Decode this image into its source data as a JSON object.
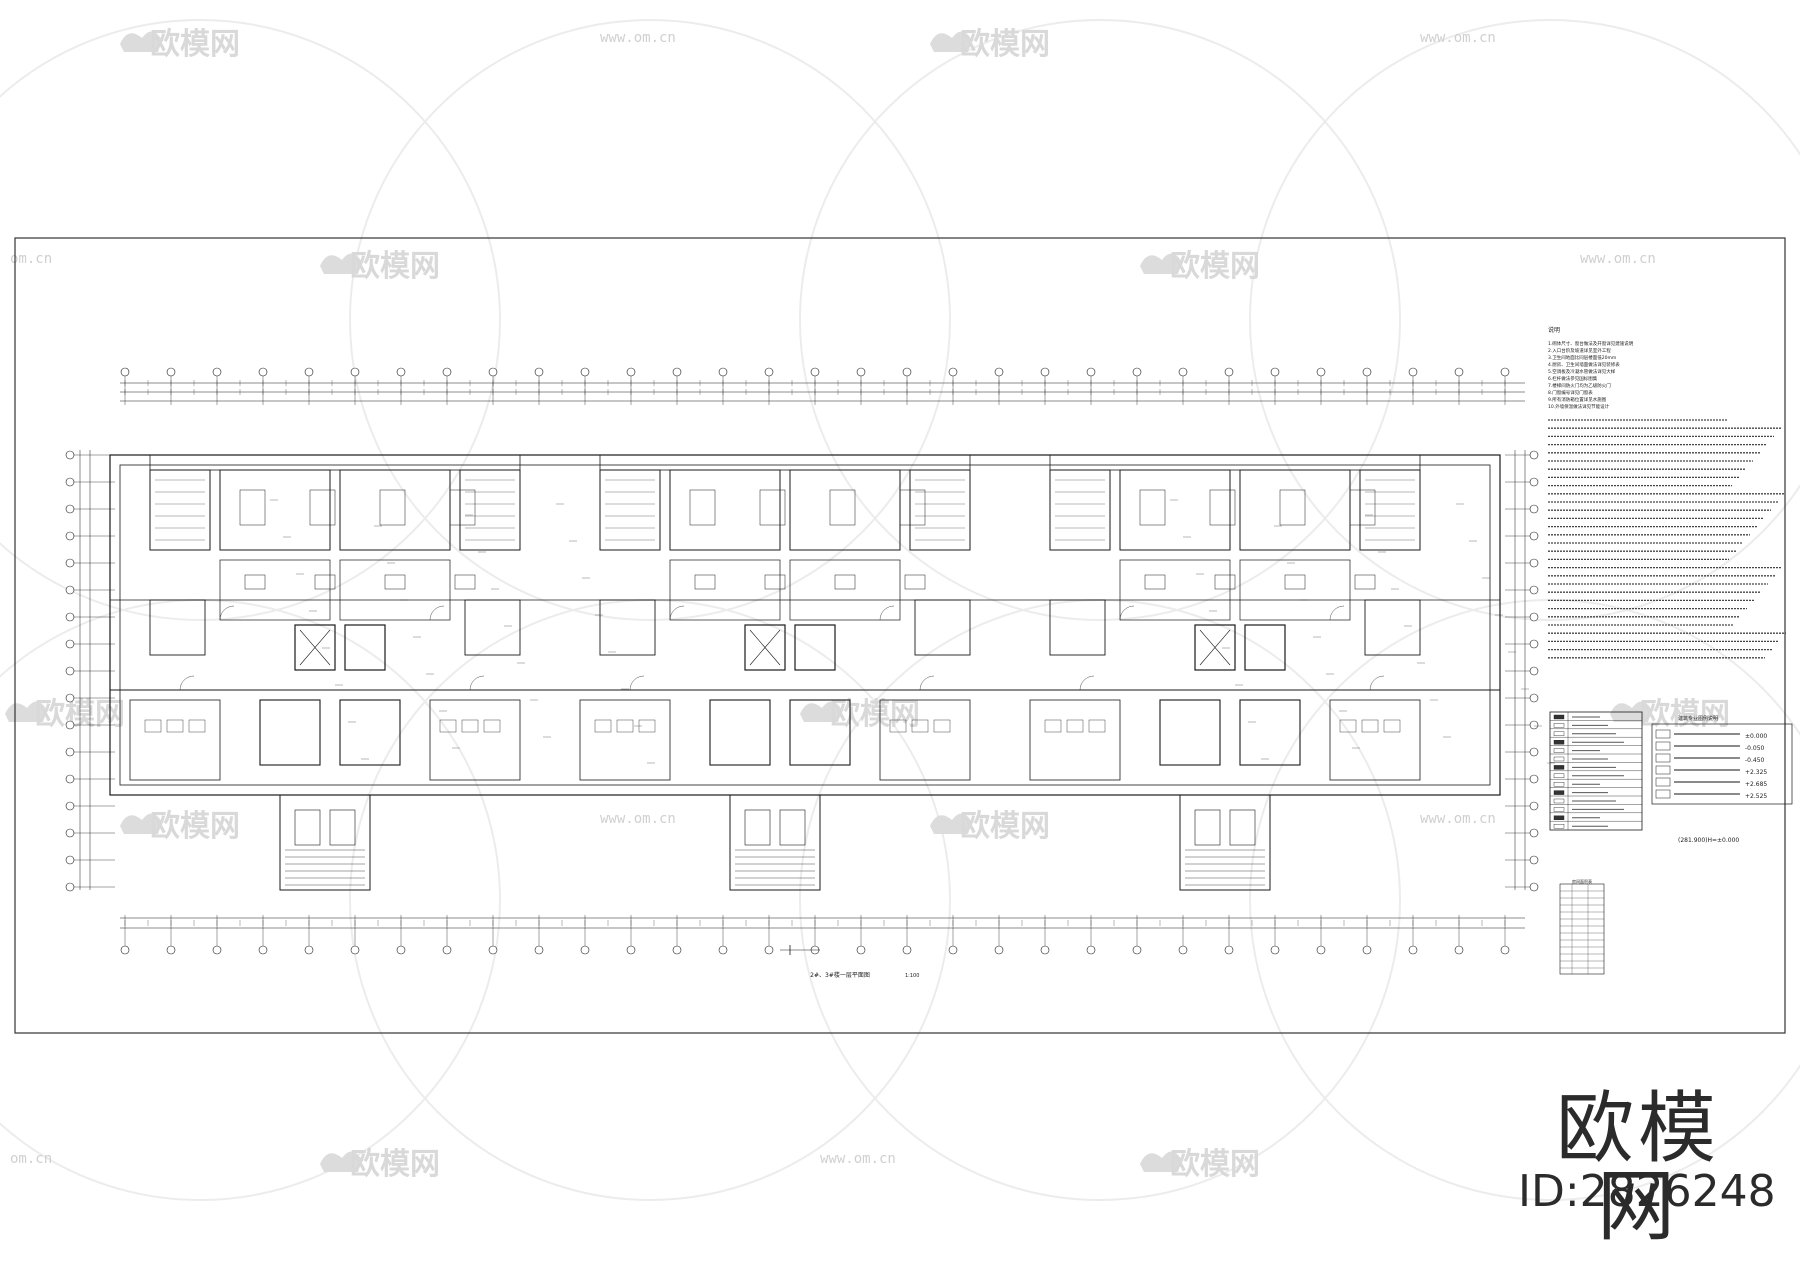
{
  "watermark": {
    "logo_text": "欧模网",
    "url_text": "www.om.cn",
    "url_short": "om.cn",
    "partial_text": "欧模"
  },
  "drawing": {
    "plan_title": "2#、3#楼一层平面图",
    "plan_scale": "1:100",
    "notes_title": "说明",
    "notes_lines": [
      "1.砌体尺寸、窗台做法及开窗详见建施说明",
      "2.入口台阶及坡道详见室外工程",
      "3.卫生间地面比同层楼面低20mm",
      "4.厨房、卫生间墙面做法详见装修表",
      "5.空调板及冷凝水管做法详见大样",
      "6.栏杆做法参见国标图集",
      "7.楼梯间防火门均为乙级防火门",
      "8.门窗编号详见门窗表",
      "9.所有消防箱位置详见水施图",
      "10.外墙保温做法详见节能设计"
    ],
    "level_labels": [
      "±0.000",
      "-0.050",
      "-0.450",
      "+2.325",
      "+2.685",
      "+2.525"
    ],
    "elevation_note": "(281.900)H=±0.000",
    "legend_title": "建筑专业图例说明",
    "table_title": "房间面积表"
  },
  "brand": {
    "logo": "欧模网",
    "id_text": "ID:2826248"
  },
  "colors": {
    "line": "#1a1a1a",
    "watermark": "#d9d9d9",
    "background": "#ffffff"
  }
}
